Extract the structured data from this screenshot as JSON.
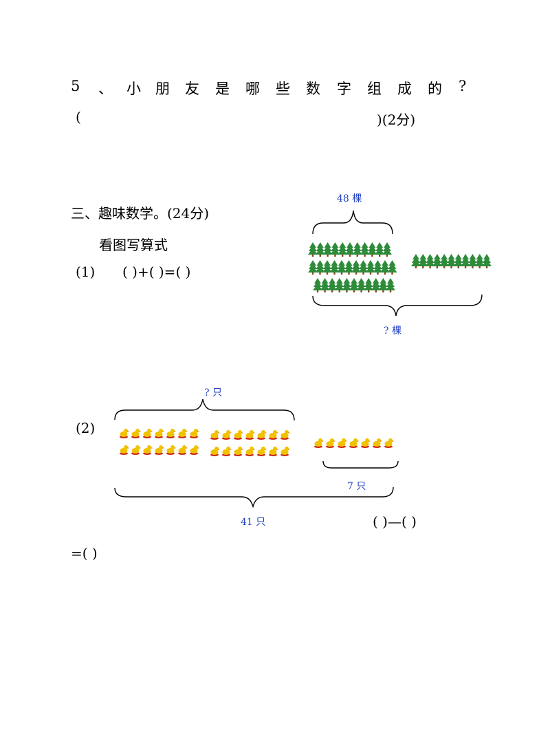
{
  "question5": {
    "chars": [
      "5",
      "、",
      "小",
      "朋",
      "友",
      "是",
      "哪",
      "些",
      "数",
      "字",
      "组",
      "成",
      "的",
      "?"
    ],
    "left_paren": "(",
    "right_paren_score": ")(2分)"
  },
  "section3": {
    "title": "三、趣味数学。(24分)",
    "subtitle": "看图写算式"
  },
  "problem1": {
    "number": "(1)",
    "equation": "(    )+(    )=(    )",
    "label_top": "48 棵",
    "label_bottom": "? 棵",
    "icon": "tree-icon",
    "colors": {
      "tree": "#2e8b3a",
      "trunk": "#8b4513",
      "label": "#1f3fbf"
    }
  },
  "problem2": {
    "number": "(2)",
    "label_top": "? 只",
    "label_small": "7 只",
    "label_bottom": "41 只",
    "equation_right": "(    )—(    )",
    "equation_left": "=(    )",
    "icon": "chick-icon",
    "colors": {
      "chick": "#f2c200",
      "shadow": "#cc2a1a"
    }
  }
}
